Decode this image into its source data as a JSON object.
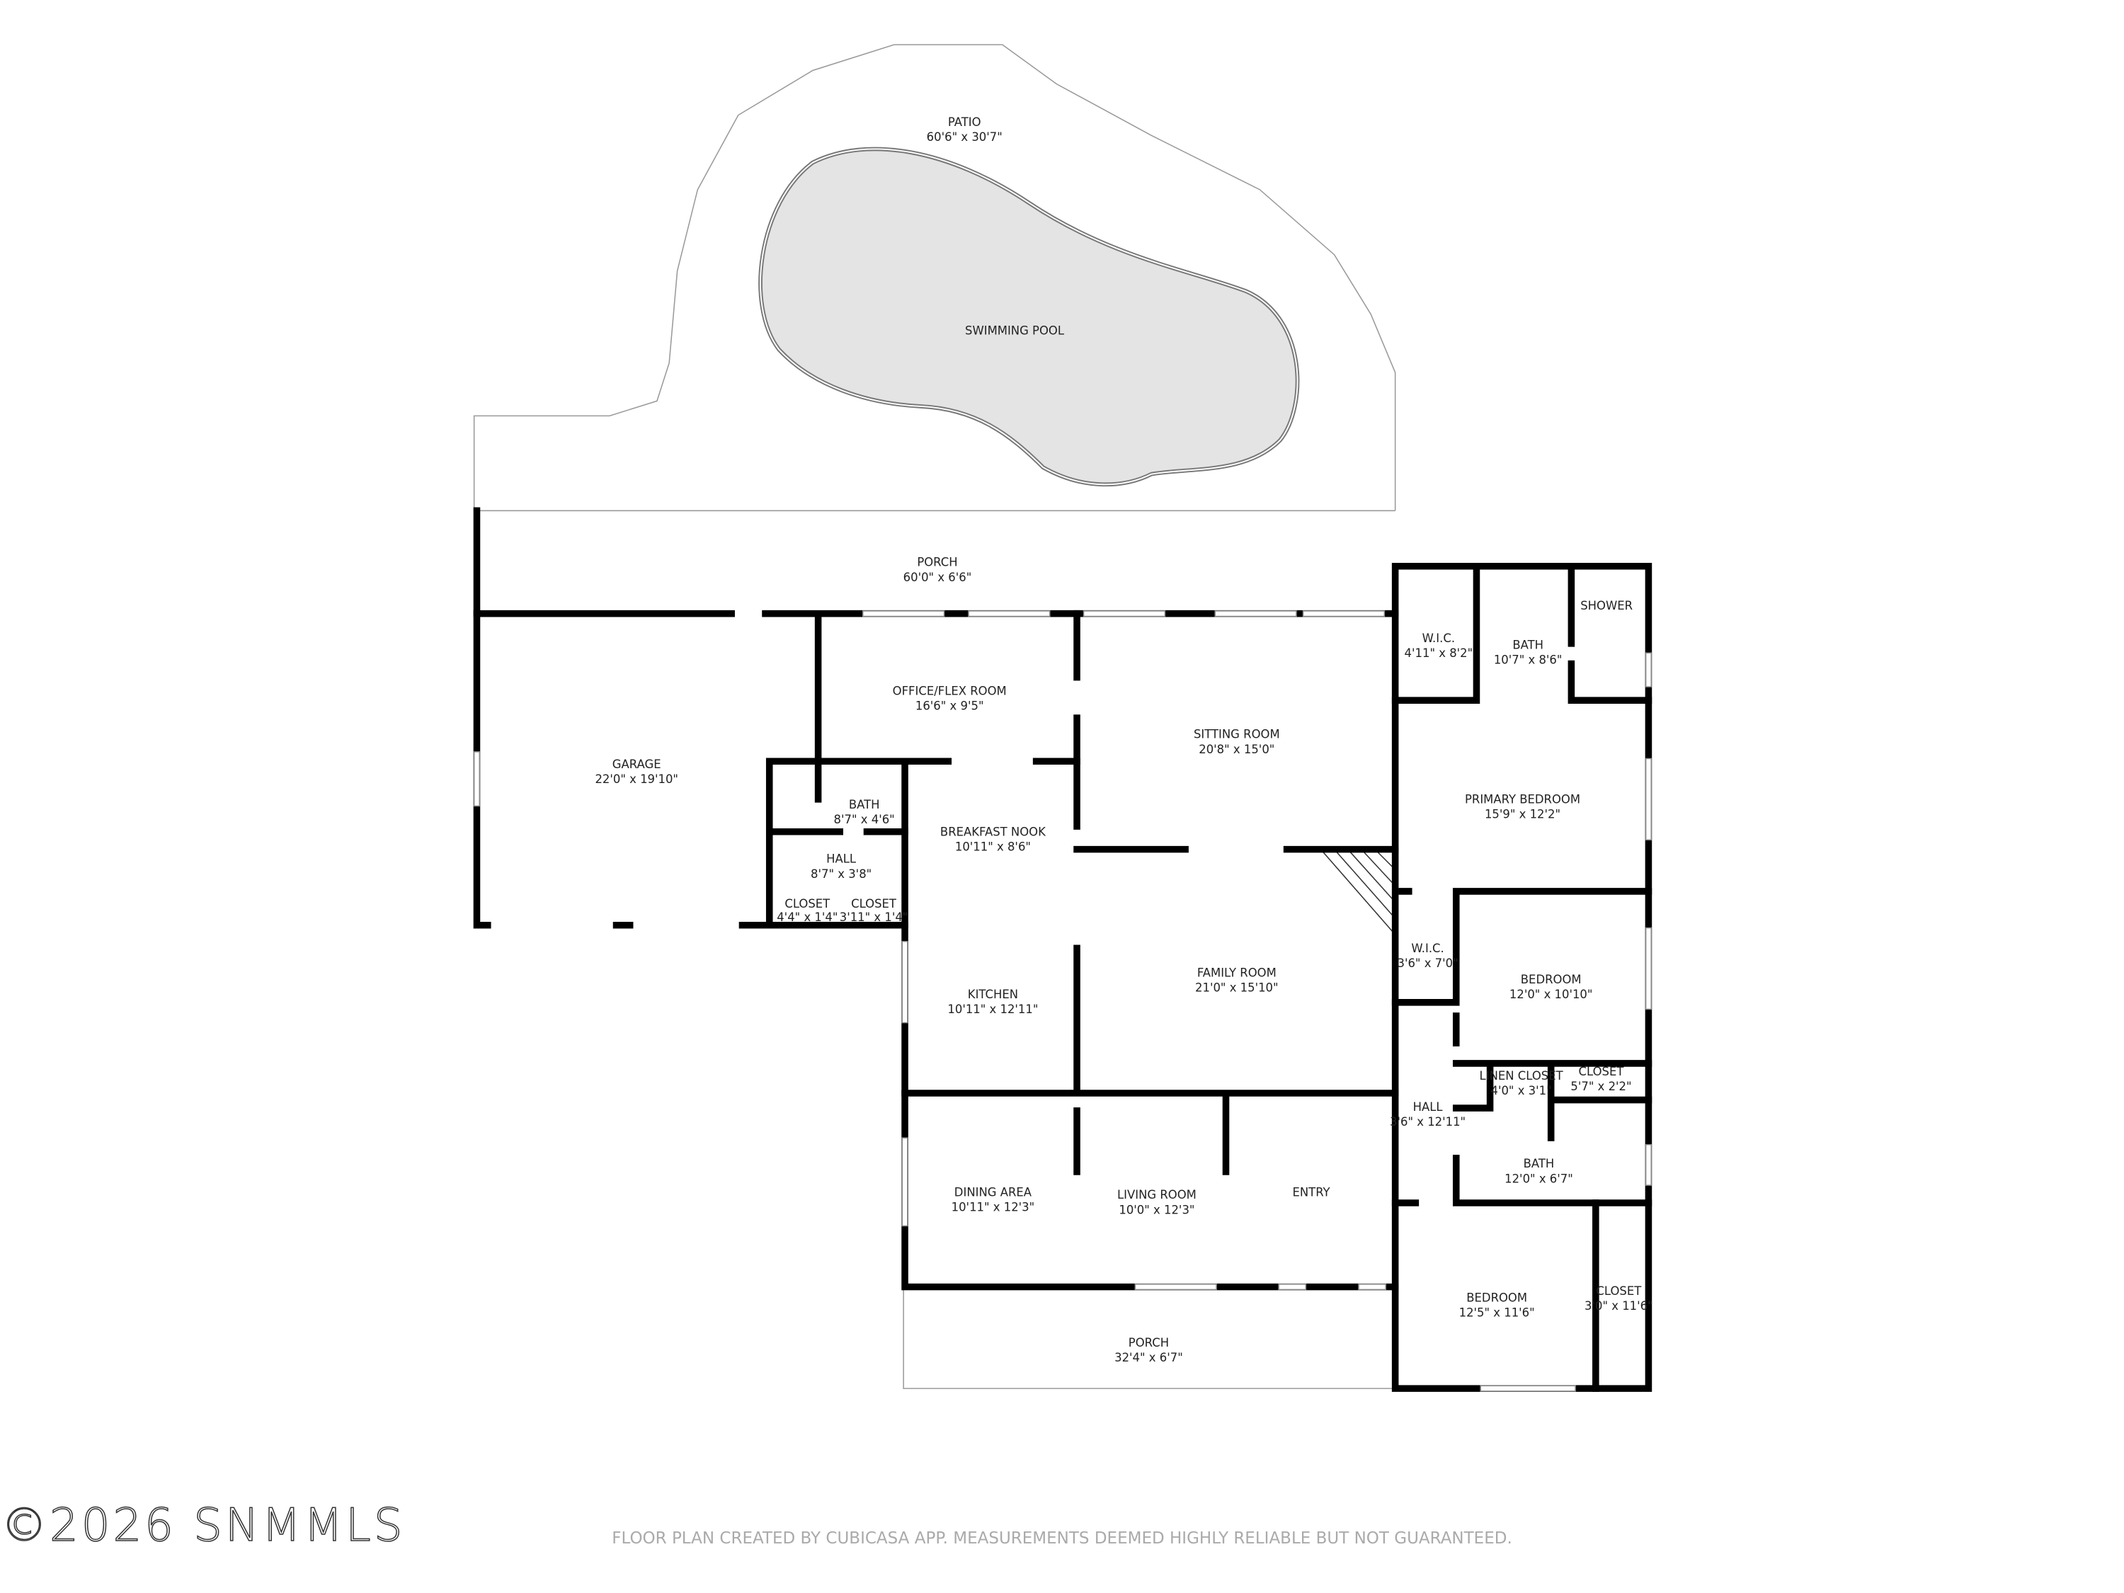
{
  "rooms": {
    "patio": {
      "name": "PATIO",
      "size": "60'6\" x 30'7\""
    },
    "pool": {
      "name": "SWIMMING POOL"
    },
    "porch_back": {
      "name": "PORCH",
      "size": "60'0\" x 6'6\""
    },
    "garage": {
      "name": "GARAGE",
      "size": "22'0\" x 19'10\""
    },
    "office": {
      "name": "OFFICE/FLEX ROOM",
      "size": "16'6\" x 9'5\""
    },
    "sitting": {
      "name": "SITTING ROOM",
      "size": "20'8\" x 15'0\""
    },
    "wic1": {
      "name": "W.I.C.",
      "size": "4'11\" x 8'2\""
    },
    "bath_primary": {
      "name": "BATH",
      "size": "10'7\" x 8'6\""
    },
    "shower": {
      "name": "SHOWER"
    },
    "primary_bedroom": {
      "name": "PRIMARY BEDROOM",
      "size": "15'9\" x 12'2\""
    },
    "bath_small": {
      "name": "BATH",
      "size": "8'7\" x 4'6\""
    },
    "hall_small": {
      "name": "HALL",
      "size": "8'7\" x 3'8\""
    },
    "closet_a": {
      "name": "CLOSET",
      "size": "4'4\" x 1'4\""
    },
    "closet_b": {
      "name": "CLOSET",
      "size": "3'11\" x 1'4\""
    },
    "breakfast": {
      "name": "BREAKFAST NOOK",
      "size": "10'11\" x 8'6\""
    },
    "kitchen": {
      "name": "KITCHEN",
      "size": "10'11\" x 12'11\""
    },
    "family": {
      "name": "FAMILY ROOM",
      "size": "21'0\" x 15'10\""
    },
    "wic2": {
      "name": "W.I.C.",
      "size": "3'6\" x 7'0\""
    },
    "bedroom2": {
      "name": "BEDROOM",
      "size": "12'0\" x 10'10\""
    },
    "linen": {
      "name": "LINEN CLOSET",
      "size": "4'0\" x 3'1\""
    },
    "closet_c": {
      "name": "CLOSET",
      "size": "5'7\" x 2'2\""
    },
    "hall": {
      "name": "HALL",
      "size": "3'6\" x 12'11\""
    },
    "bath2": {
      "name": "BATH",
      "size": "12'0\" x 6'7\""
    },
    "dining": {
      "name": "DINING AREA",
      "size": "10'11\" x 12'3\""
    },
    "living": {
      "name": "LIVING ROOM",
      "size": "10'0\" x 12'3\""
    },
    "entry": {
      "name": "ENTRY"
    },
    "bedroom3": {
      "name": "BEDROOM",
      "size": "12'5\" x 11'6\""
    },
    "closet_d": {
      "name": "CLOSET",
      "size": "3'0\" x 11'6\""
    },
    "porch_front": {
      "name": "PORCH",
      "size": "32'4\" x 6'7\""
    }
  },
  "colors": {
    "wall": "#000000",
    "pool_fill": "#e4e4e4"
  },
  "watermark": "©2026 SNMMLS",
  "disclaimer": "FLOOR PLAN CREATED BY CUBICASA APP. MEASUREMENTS DEEMED HIGHLY RELIABLE BUT NOT GUARANTEED."
}
